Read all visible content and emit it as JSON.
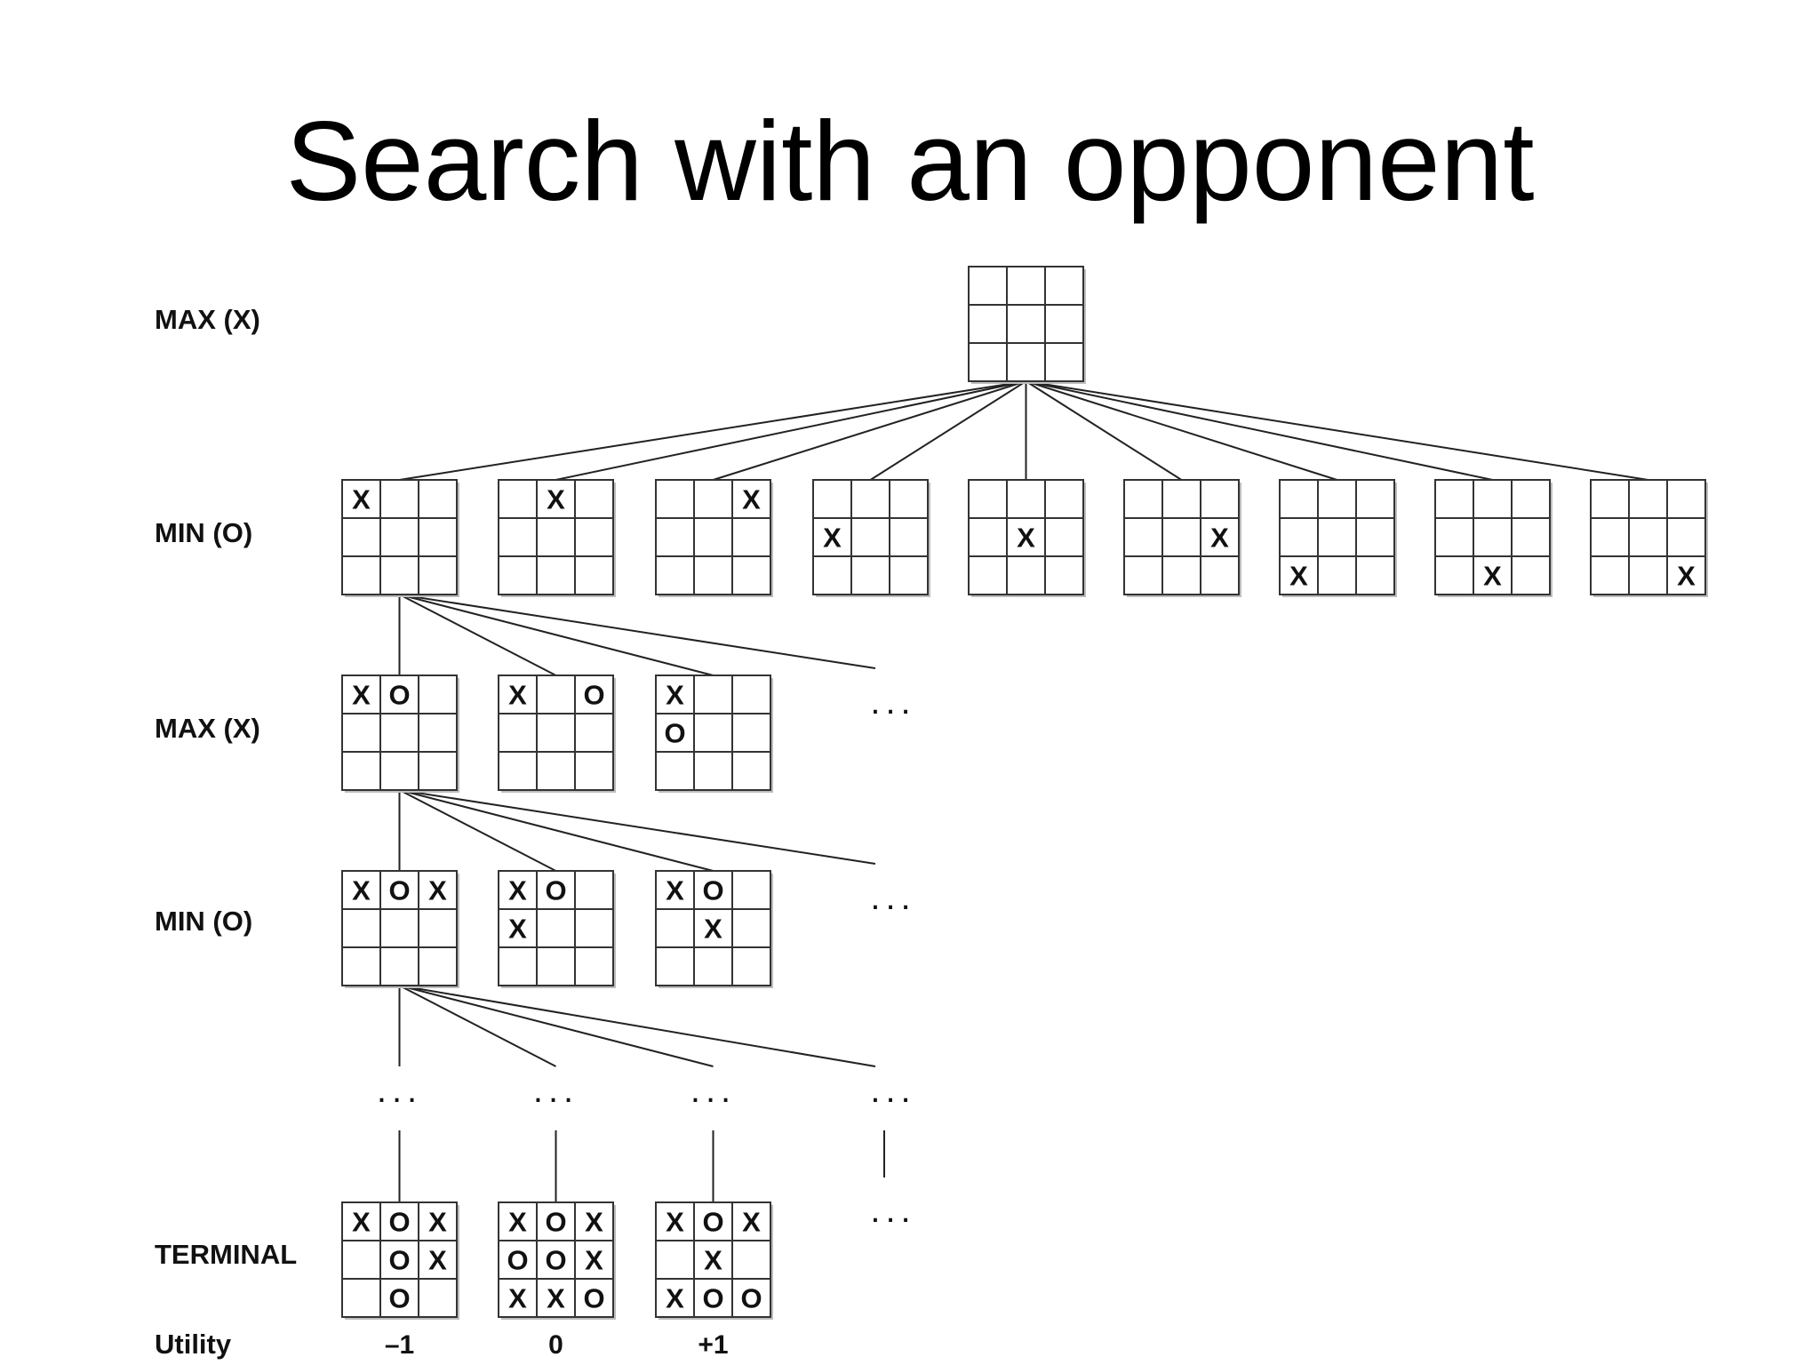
{
  "title": "Search with an opponent",
  "levels": [
    {
      "key": "root",
      "label": "MAX (X)"
    },
    {
      "key": "ply1",
      "label": "MIN (O)"
    },
    {
      "key": "ply2",
      "label": "MAX (X)"
    },
    {
      "key": "ply3",
      "label": "MIN (O)"
    },
    {
      "key": "terminal",
      "label": "TERMINAL"
    },
    {
      "key": "utility",
      "label": "Utility"
    }
  ],
  "ellipsis": "...",
  "boards": {
    "root": [
      "",
      "",
      "",
      "",
      "",
      "",
      "",
      "",
      ""
    ],
    "ply1": [
      [
        "X",
        "",
        "",
        "",
        "",
        "",
        "",
        "",
        ""
      ],
      [
        "",
        "X",
        "",
        "",
        "",
        "",
        "",
        "",
        ""
      ],
      [
        "",
        "",
        "X",
        "",
        "",
        "",
        "",
        "",
        ""
      ],
      [
        "",
        "",
        "",
        "X",
        "",
        "",
        "",
        "",
        ""
      ],
      [
        "",
        "",
        "",
        "",
        "X",
        "",
        "",
        "",
        ""
      ],
      [
        "",
        "",
        "",
        "",
        "",
        "X",
        "",
        "",
        ""
      ],
      [
        "",
        "",
        "",
        "",
        "",
        "",
        "X",
        "",
        ""
      ],
      [
        "",
        "",
        "",
        "",
        "",
        "",
        "",
        "X",
        ""
      ],
      [
        "",
        "",
        "",
        "",
        "",
        "",
        "",
        "",
        "X"
      ]
    ],
    "ply2": [
      [
        "X",
        "O",
        "",
        "",
        "",
        "",
        "",
        "",
        ""
      ],
      [
        "X",
        "",
        "O",
        "",
        "",
        "",
        "",
        "",
        ""
      ],
      [
        "X",
        "",
        "",
        "O",
        "",
        "",
        "",
        "",
        ""
      ]
    ],
    "ply3": [
      [
        "X",
        "O",
        "X",
        "",
        "",
        "",
        "",
        "",
        ""
      ],
      [
        "X",
        "O",
        "",
        "X",
        "",
        "",
        "",
        "",
        ""
      ],
      [
        "X",
        "O",
        "",
        "",
        "X",
        "",
        "",
        "",
        ""
      ]
    ],
    "terminal": [
      [
        "X",
        "O",
        "X",
        "",
        "O",
        "X",
        "",
        "O",
        ""
      ],
      [
        "X",
        "O",
        "X",
        "O",
        "O",
        "X",
        "X",
        "X",
        "O"
      ],
      [
        "X",
        "O",
        "X",
        "",
        "X",
        "",
        "X",
        "O",
        "O"
      ]
    ]
  },
  "utilities": [
    "–1",
    "0",
    "+1"
  ]
}
